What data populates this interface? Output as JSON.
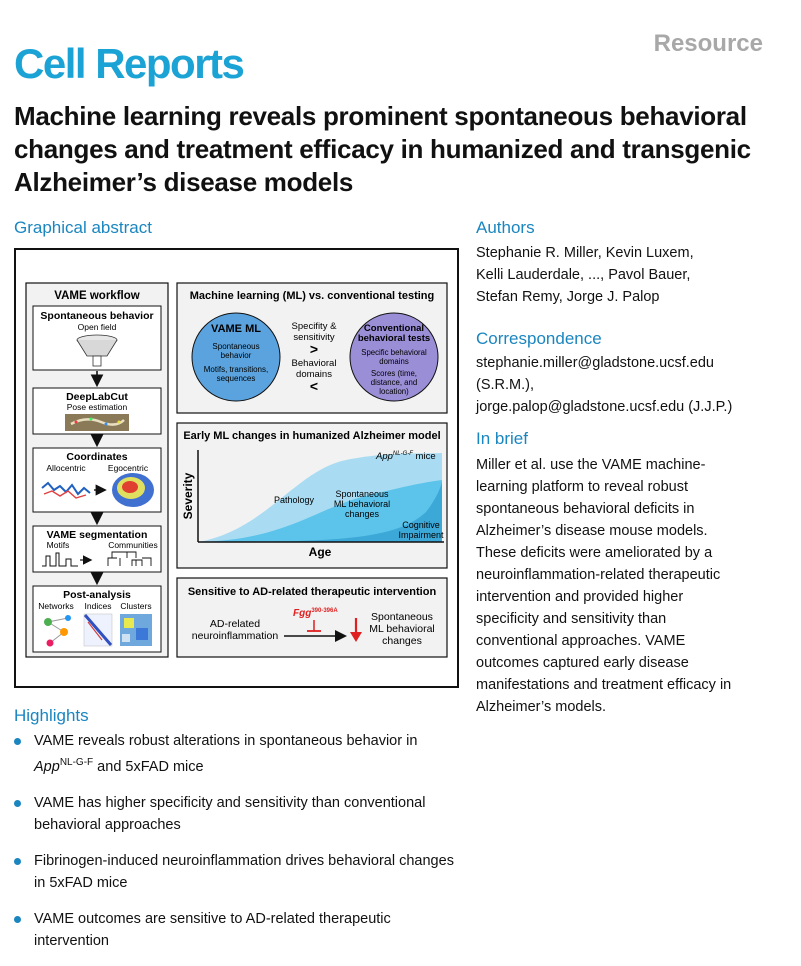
{
  "header": {
    "journal": "Cell Reports",
    "article_type": "Resource",
    "title": "Machine learning reveals prominent spontaneous behavioral changes and treatment efficacy in humanized and transgenic Alzheimer’s disease models"
  },
  "graphical_abstract": {
    "heading": "Graphical abstract",
    "workflow": {
      "title": "VAME workflow",
      "steps": [
        {
          "title": "Spontaneous behavior",
          "sub": "Open field"
        },
        {
          "title": "DeepLabCut",
          "sub": "Pose estimation"
        },
        {
          "title": "Coordinates",
          "sub_left": "Allocentric",
          "sub_right": "Egocentric"
        },
        {
          "title": "VAME segmentation",
          "sub_left": "Motifs",
          "sub_right": "Communities"
        },
        {
          "title": "Post-analysis",
          "sub_left": "Networks",
          "sub_mid": "Indices",
          "sub_right": "Clusters"
        }
      ]
    },
    "ml_vs_conv": {
      "title": "Machine learning (ML) vs. conventional testing",
      "left_circle": {
        "title": "VAME ML",
        "line1": "Spontaneous",
        "line2": "behavior",
        "line3": "Motifs, transitions,",
        "line4": "sequences"
      },
      "middle": {
        "line1": "Specifity &",
        "line2": "sensitivity",
        "gt": ">",
        "line3": "Behavioral",
        "line4": "domains",
        "lt": "<"
      },
      "right_circle": {
        "title1": "Conventional",
        "title2": "behavioral tests",
        "line1": "Specific behavioral",
        "line2": "domains",
        "line3": "Scores (time,",
        "line4": "distance, and",
        "line5": "location)"
      }
    },
    "early_ml": {
      "title": "Early ML changes in humanized Alzheimer model",
      "y_label": "Severity",
      "x_label": "Age",
      "mouse_label": "App",
      "mouse_sup": "NL-G-F",
      "mouse_suffix": " mice",
      "label_pathology": "Pathology",
      "label_ml1": "Spontaneous",
      "label_ml2": "ML behavioral",
      "label_ml3": "changes",
      "label_cog1": "Cognitive",
      "label_cog2": "Impairment"
    },
    "sensitive": {
      "title": "Sensitive to AD-related therapeutic intervention",
      "left1": "AD-related",
      "left2": "neuroinflammation",
      "fgg": "Fgg",
      "fgg_sup": "390-396A",
      "right1": "Spontaneous",
      "right2": "ML behavioral",
      "right3": "changes"
    },
    "colors": {
      "light_blue": "#a9dcf2",
      "mid_blue": "#5cc3ea",
      "circle_blue": "#5aa3de",
      "circle_purple": "#9a8fd6",
      "red": "#e02020"
    }
  },
  "authors": {
    "heading": "Authors",
    "lines": [
      "Stephanie R. Miller, Kevin Luxem,",
      "Kelli Lauderdale, ..., Pavol Bauer,",
      "Stefan Remy, Jorge J. Palop"
    ]
  },
  "correspondence": {
    "heading": "Correspondence",
    "lines": [
      "stephanie.miller@gladstone.ucsf.edu",
      "(S.R.M.),",
      "jorge.palop@gladstone.ucsf.edu (J.J.P.)"
    ]
  },
  "in_brief": {
    "heading": "In brief",
    "lines": [
      "Miller et al. use the VAME machine-",
      "learning platform to reveal robust",
      "spontaneous behavioral deficits in",
      "Alzheimer’s disease mouse models.",
      "These deficits were ameliorated by a",
      "neuroinflammation-related therapeutic",
      "intervention and provided higher",
      "specificity and sensitivity than",
      "conventional approaches. VAME",
      "outcomes captured early disease",
      "manifestations and treatment efficacy in",
      "Alzheimer’s models."
    ]
  },
  "highlights": {
    "heading": "Highlights",
    "item1_pre": "VAME reveals robust alterations in spontaneous behavior in",
    "item1_app": "App",
    "item1_sup": "NL-G-F",
    "item1_post": " and 5xFAD mice",
    "items": [
      "VAME has higher specificity and sensitivity than conventional behavioral approaches",
      "Fibrinogen-induced neuroinflammation drives behavioral changes in 5xFAD mice",
      "VAME outcomes are sensitive to AD-related therapeutic intervention"
    ]
  }
}
